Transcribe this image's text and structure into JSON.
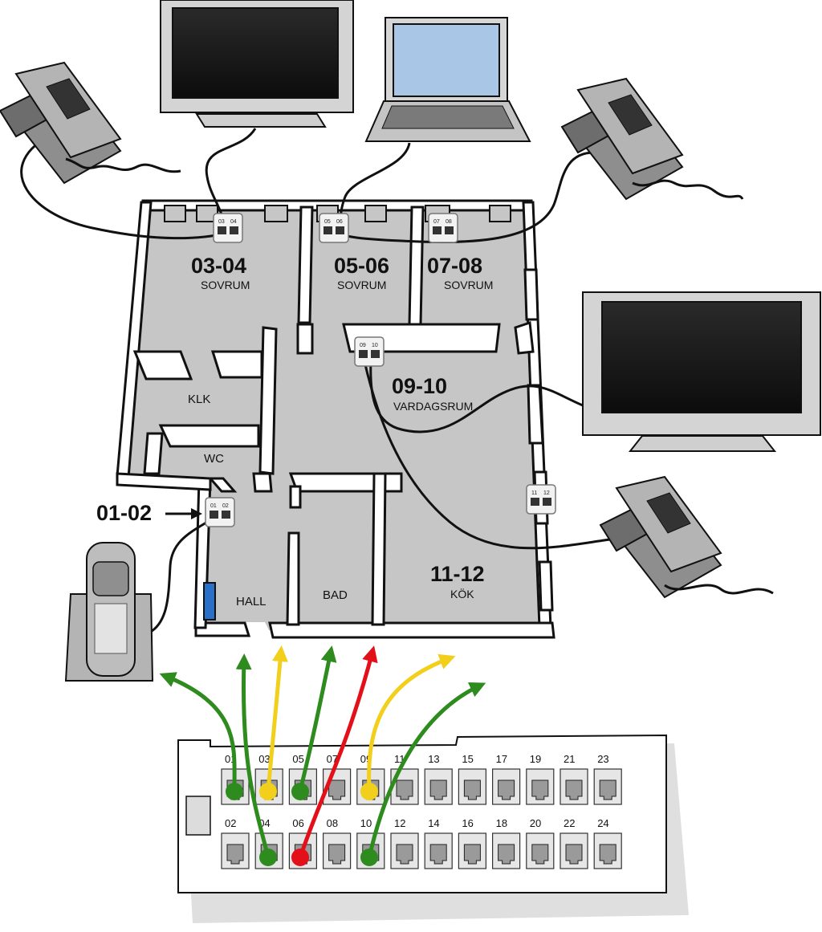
{
  "floorplan": {
    "rooms": [
      {
        "id": "r0304",
        "number": "03-04",
        "name": "SOVRUM"
      },
      {
        "id": "r0506",
        "number": "05-06",
        "name": "SOVRUM"
      },
      {
        "id": "r0708",
        "number": "07-08",
        "name": "SOVRUM"
      },
      {
        "id": "r0910",
        "number": "09-10",
        "name": "VARDAGSRUM"
      },
      {
        "id": "r1112",
        "number": "11-12",
        "name": "KÖK"
      }
    ],
    "small_rooms": [
      "KLK",
      "WC",
      "HALL",
      "BAD"
    ],
    "entry_jack_label": "01-02"
  },
  "wall_jacks": [
    {
      "left": "03",
      "right": "04"
    },
    {
      "left": "05",
      "right": "06"
    },
    {
      "left": "07",
      "right": "08"
    },
    {
      "left": "09",
      "right": "10"
    },
    {
      "left": "11",
      "right": "12"
    },
    {
      "left": "01",
      "right": "02"
    }
  ],
  "devices": [
    "phone",
    "tv",
    "laptop",
    "phone",
    "tv",
    "phone",
    "cordless-phone"
  ],
  "patch_panel": {
    "top_ports": [
      "01",
      "03",
      "05",
      "07",
      "09",
      "11",
      "13",
      "15",
      "17",
      "19",
      "21",
      "23"
    ],
    "bottom_ports": [
      "02",
      "04",
      "06",
      "08",
      "10",
      "12",
      "14",
      "16",
      "18",
      "20",
      "22",
      "24"
    ]
  },
  "colors": {
    "green": "#2e8b1e",
    "yellow": "#f2cf1a",
    "red": "#e3101a",
    "floor": "#c6c6c6",
    "wall": "#111111"
  }
}
